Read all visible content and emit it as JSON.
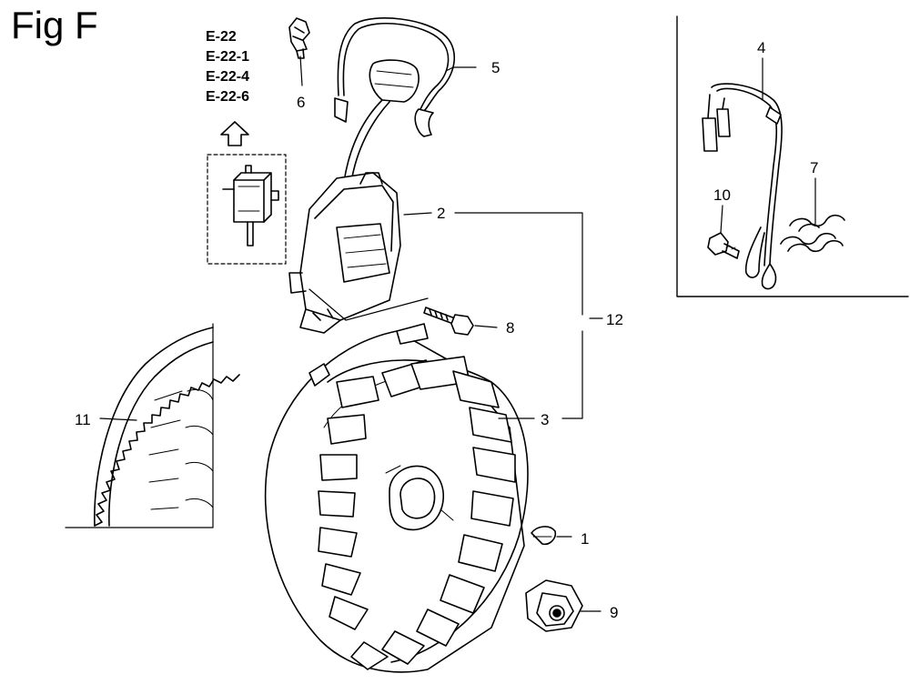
{
  "figure": {
    "title": "Fig F",
    "references": [
      "E-22",
      "E-22-1",
      "E-22-4",
      "E-22-6"
    ]
  },
  "callouts": {
    "c1": "1",
    "c2": "2",
    "c3": "3",
    "c4": "4",
    "c5": "5",
    "c6": "6",
    "c7": "7",
    "c8": "8",
    "c9": "9",
    "c10": "10",
    "c11": "11",
    "c12": "12"
  }
}
